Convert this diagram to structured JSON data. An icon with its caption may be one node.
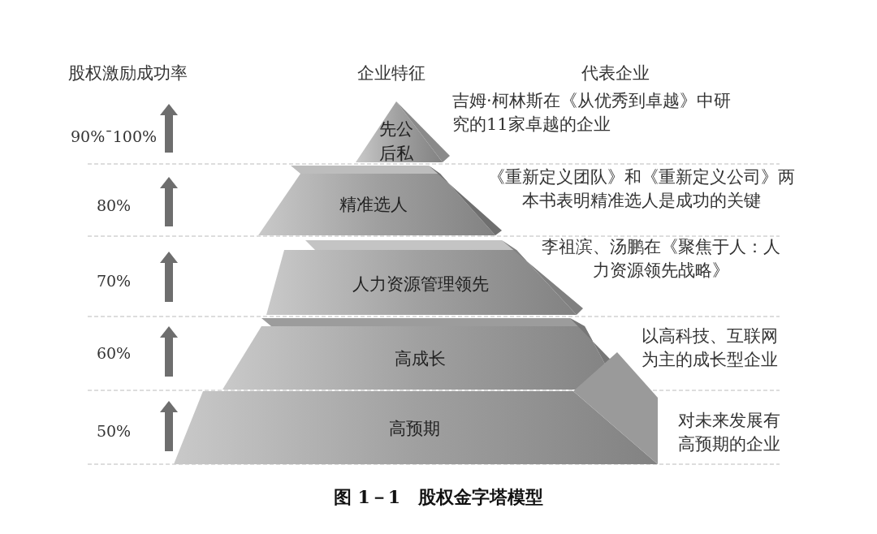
{
  "diagram": {
    "caption": "图 1－1　股权金字塔模型",
    "nodes": [
      {
        "text": [
          "先公后私"
        ]
      },
      {
        "text": [
          "精准选人"
        ]
      },
      {
        "text": [
          "人力资源管理领先"
        ]
      },
      {
        "text": [
          "高成长"
        ]
      },
      {
        "text": [
          "高预期"
        ]
      }
    ],
    "labels": [
      "股权激励成功率",
      "企业特征",
      "代表企业",
      "90%¯100%",
      "吉姆·柯林斯在《从优秀到卓越》中研究的11家卓越的企业",
      "80%",
      "《重新定义团队》和《重新定义公司》两本书表明精准选人是成功的关键",
      "70%",
      "李祖滨、汤鹏在《聚焦于人：人力资源领先战略》",
      "60%",
      "以高科技、互联网为主的成长型企业",
      "50%",
      "对未来发展有高预期的企业"
    ]
  }
}
